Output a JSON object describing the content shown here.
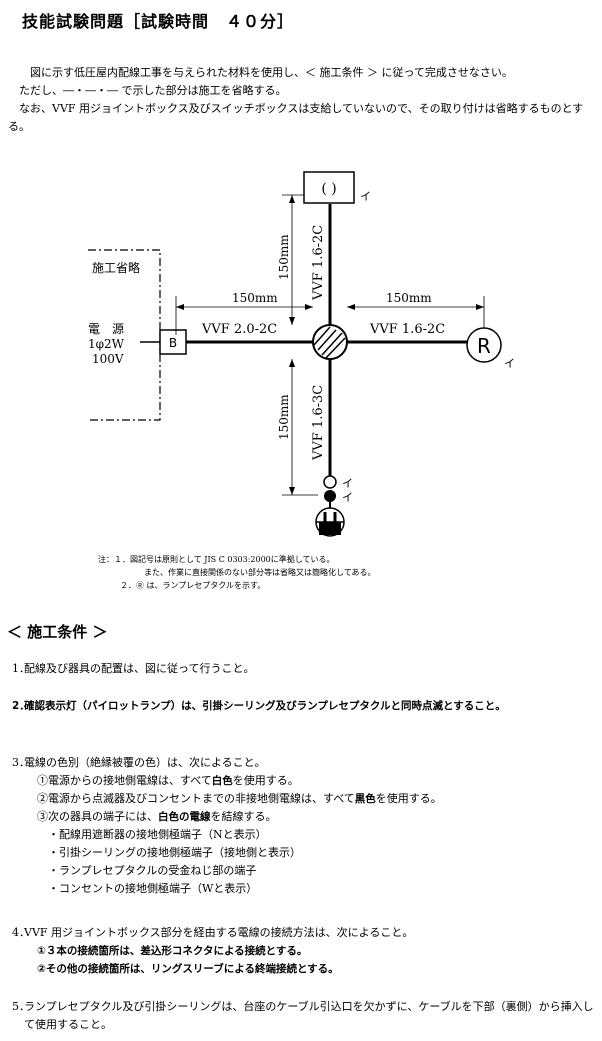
{
  "title": "技能試験問題［試験時間　４０分］",
  "intro": {
    "line1": "図に示す低圧屋内配線工事を与えられた材料を使用し、＜ 施工条件 ＞ に従って完成させなさい。",
    "line2": "ただし、―・―・―  で示した部分は施工を省略する。",
    "line3": "なお、VVF 用ジョイントボックス及びスイッチボックスは支給していないので、その取り付けは省略するものとする。"
  },
  "diagram": {
    "omit_label": "施工省略",
    "power_label_1": "電　源",
    "power_label_2": "1φ2W",
    "power_label_3": "100V",
    "breaker": "B",
    "cable_left": "VVF 2.0-2C",
    "cable_right": "VVF 1.6-2C",
    "cable_up": "VVF 1.6-2C",
    "cable_down": "VVF 1.6-3C",
    "dim_left": "150mm",
    "dim_right": "150mm",
    "dim_up": "150mm",
    "dim_down": "150mm",
    "ceiling_symbol": "( )",
    "receptacle_symbol": "R",
    "label_i": "イ"
  },
  "notes": {
    "n1a": "注：１．図記号は原則として JIS C 0303:2000に準拠している。",
    "n1b": "また、作業に直接関係のない部分等は省略又は簡略化してある。",
    "n2": "２．Ⓡ は、ランプレセプタクルを示す。"
  },
  "section_title": "＜ 施工条件 ＞",
  "conditions": {
    "c1": {
      "num": "1．",
      "text": "配線及び器具の配置は、図に従って行うこと。"
    },
    "c2": {
      "num": "2．",
      "text": "確認表示灯（パイロットランプ）は、引掛シーリング及びランプレセプタクルと同時点滅とすること。"
    },
    "c3": {
      "num": "3．",
      "text": "電線の色別（絶縁被覆の色）は、次によること。",
      "s1a": "①電源からの接地側電線は、すべて",
      "s1b": "白色",
      "s1c": "を使用する。",
      "s2a": "②電源から点滅器及びコンセントまでの非接地側電線は、すべて",
      "s2b": "黒色",
      "s2c": "を使用する。",
      "s3a": "③次の器具の端子には、",
      "s3b": "白色の電線",
      "s3c": "を結線する。",
      "i1": "・配線用遮断器の接地側極端子（Nと表示）",
      "i2": "・引掛シーリングの接地側極端子（接地側と表示）",
      "i3": "・ランプレセプタクルの受金ねじ部の端子",
      "i4": "・コンセントの接地側極端子（Wと表示）"
    },
    "c4": {
      "num": "4．",
      "text": "VVF 用ジョイントボックス部分を経由する電線の接続方法は、次によること。",
      "s1": "①３本の接続箇所は、差込形コネクタによる接続とする。",
      "s2": "②その他の接続箇所は、リングスリーブによる終端接続とする。"
    },
    "c5": {
      "num": "5．",
      "text": "ランプレセプタクル及び引掛シーリングは、台座のケーブル引込口を欠かずに、ケーブルを下部（裏側）から挿入して使用すること。"
    }
  }
}
